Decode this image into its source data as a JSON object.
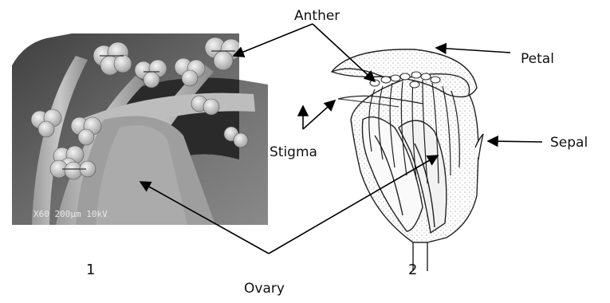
{
  "labels": {
    "anther": "Anther",
    "petal": "Petal",
    "sepal": "Sepal",
    "stigma": "Stigma",
    "ovary": "Ovary"
  },
  "panels": {
    "left_number": "1",
    "right_number": "2"
  },
  "micrograph": {
    "scale_text": "X60 200μm 10kV"
  },
  "colors": {
    "arrow": "#000000",
    "micrograph_bg": "#5a5a5a",
    "drawing_line": "#222222"
  }
}
